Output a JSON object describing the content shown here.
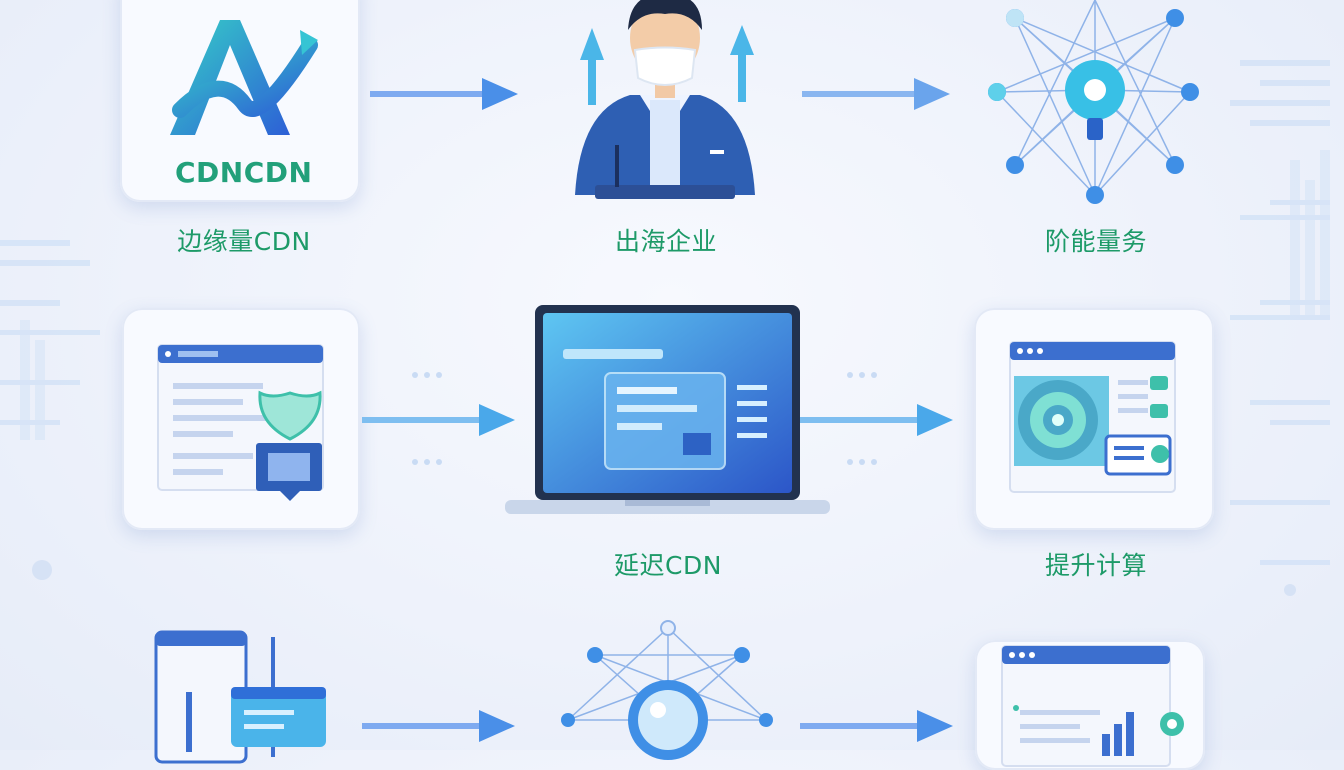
{
  "diagram": {
    "logo_text": "CDNCDN",
    "labels": {
      "edge_cdn": "边缘量CDN",
      "overseas_enterprise": "出海企业",
      "service_stage": "阶能量务",
      "latency_cdn": "延迟CDN",
      "boost_compute": "提升计算"
    }
  },
  "colors": {
    "label_green": "#1d9a68",
    "arrow_blue": "#4a8fe8",
    "brand_blue": "#2f6fd8",
    "cyan": "#39c6e0"
  },
  "icons": [
    "logo-icon",
    "presenter-icon",
    "network-node-icon",
    "security-browser-icon",
    "laptop-dashboard-icon",
    "analytics-browser-icon",
    "mobile-devices-icon",
    "network-search-icon",
    "chart-browser-icon"
  ]
}
